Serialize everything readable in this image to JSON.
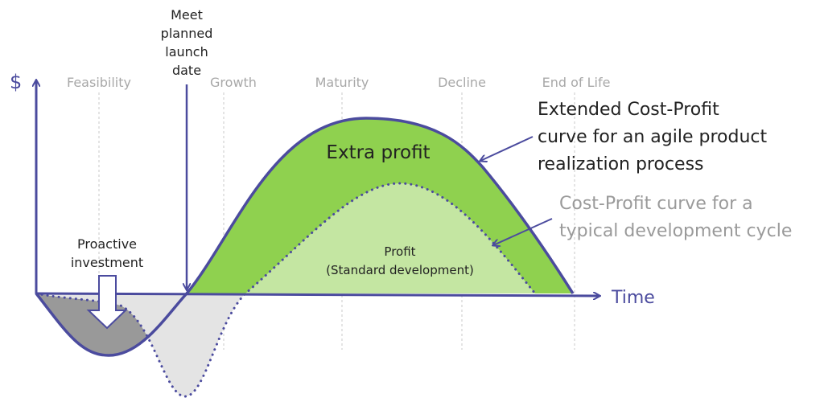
{
  "axes": {
    "y_label": "$",
    "x_label": "Time"
  },
  "phases": [
    "Feasibility",
    "Growth",
    "Maturity",
    "Decline",
    "End of Life"
  ],
  "launch_label": [
    "Meet",
    "planned",
    "launch",
    "date"
  ],
  "investment_label": [
    "Proactive",
    "investment"
  ],
  "extra_profit_label": "Extra profit",
  "profit_label": [
    "Profit",
    "(Standard development)"
  ],
  "extended_curve_label": [
    "Extended Cost-Profit",
    "curve for an agile product",
    "realization process"
  ],
  "typical_curve_label": [
    "Cost-Profit curve for a",
    "typical development cycle"
  ],
  "colors": {
    "line": "#4b4b9e",
    "extra_profit": "#8fd14f",
    "profit": "#c4e6a2",
    "investment": "#999999",
    "cost": "#e4e4e4"
  }
}
